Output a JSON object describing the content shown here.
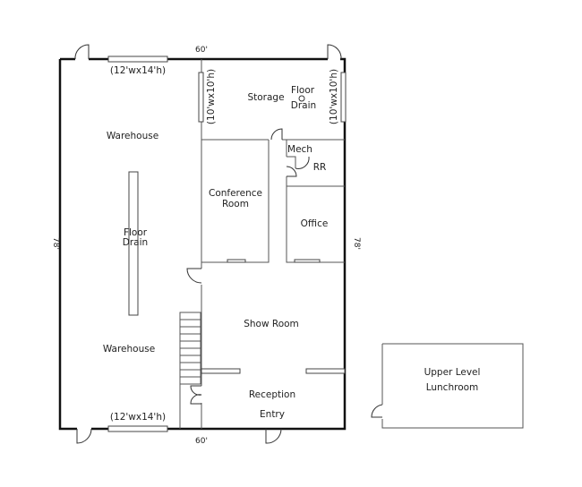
{
  "plan": {
    "dimensions": {
      "top": "60'",
      "bottom": "60'",
      "left": "78'",
      "right": "78'"
    },
    "doors_labels": {
      "top_overhead": "(12'wx14'h)",
      "bottom_overhead": "(12'wx14'h)",
      "storage_left": "(10'wx10'h)",
      "storage_right": "(10'wx10'h)"
    },
    "rooms": {
      "warehouse_top": "Warehouse",
      "warehouse_bottom": "Warehouse",
      "floor_drain_1": "Floor",
      "floor_drain_2": "Drain",
      "storage": "Storage",
      "storage_drain_1": "Floor",
      "storage_drain_2": "Drain",
      "mech": "Mech",
      "rr": "RR",
      "conference_1": "Conference",
      "conference_2": "Room",
      "office": "Office",
      "show_room": "Show Room",
      "reception": "Reception",
      "entry": "Entry",
      "lunchroom_1": "Upper Level",
      "lunchroom_2": "Lunchroom"
    }
  }
}
